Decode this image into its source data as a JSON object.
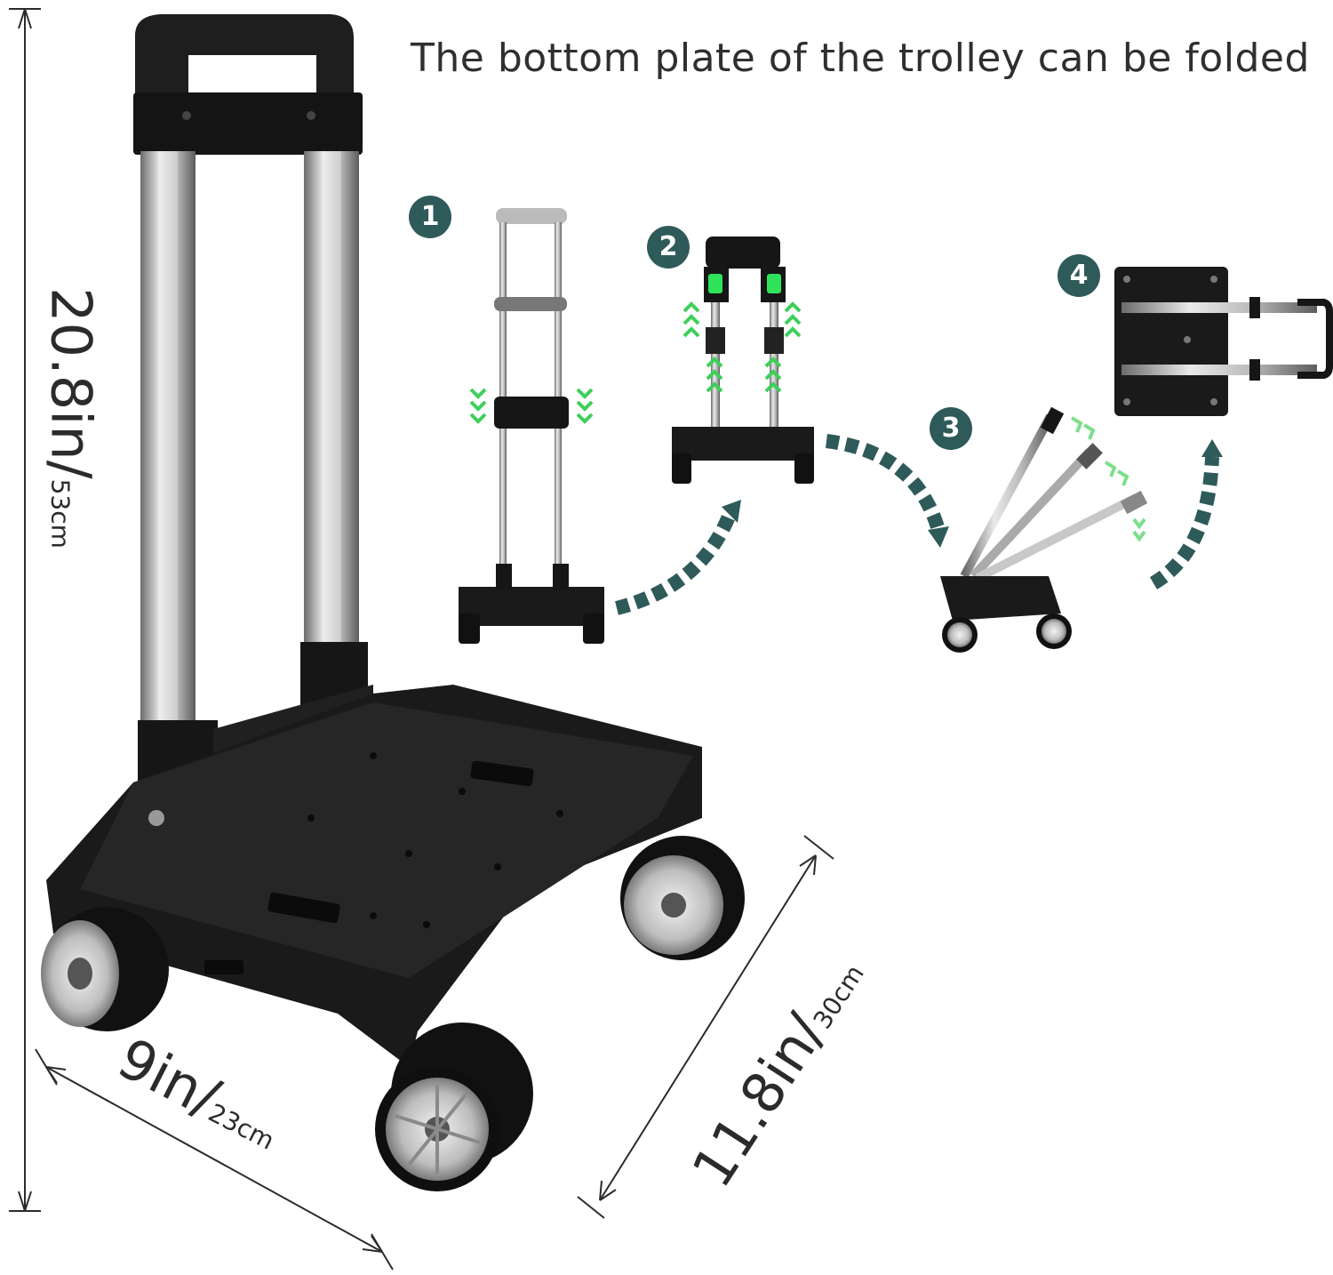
{
  "headline": "The bottom plate of the trolley can be folded",
  "dimensions": {
    "height": {
      "value": "20.8in",
      "metric": "53cm"
    },
    "width": {
      "value": "9in",
      "metric": "23cm"
    },
    "depth": {
      "value": "11.8in",
      "metric": "30cm"
    }
  },
  "steps": [
    "1",
    "2",
    "3",
    "4"
  ],
  "colors": {
    "step_badge": "#2f5a5a",
    "arrow": "#2f5a5a",
    "green_arrow": "#3ecf5a",
    "frame": "#1c1c1c",
    "aluminium": "#c8c8c8"
  }
}
